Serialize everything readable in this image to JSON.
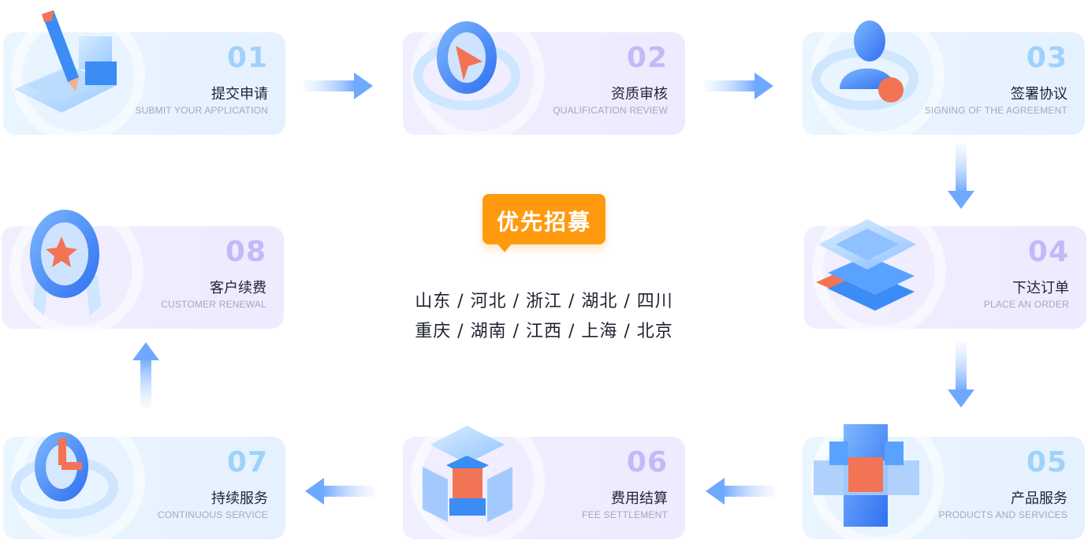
{
  "steps": [
    {
      "num": "01",
      "cn": "提交申请",
      "en": "SUBMIT YOUR APPLICATION",
      "icon": "pencil-blocks-icon",
      "theme": "blue"
    },
    {
      "num": "02",
      "cn": "资质审核",
      "en": "QUALIFICATION REVIEW",
      "icon": "cursor-ring-icon",
      "theme": "purple"
    },
    {
      "num": "03",
      "cn": "签署协议",
      "en": "SIGNING OF THE AGREEMENT",
      "icon": "user-ring-icon",
      "theme": "blue"
    },
    {
      "num": "04",
      "cn": "下达订单",
      "en": "PLACE AN ORDER",
      "icon": "stacked-layers-icon",
      "theme": "purple"
    },
    {
      "num": "05",
      "cn": "产品服务",
      "en": "PRODUCTS AND SERVICES",
      "icon": "cube-cross-icon",
      "theme": "blue"
    },
    {
      "num": "06",
      "cn": "费用结算",
      "en": "FEE SETTLEMENT",
      "icon": "glass-cube-icon",
      "theme": "purple"
    },
    {
      "num": "07",
      "cn": "持续服务",
      "en": "CONTINUOUS SERVICE",
      "icon": "clock-ring-icon",
      "theme": "blue"
    },
    {
      "num": "08",
      "cn": "客户续费",
      "en": "CUSTOMER RENEWAL",
      "icon": "medal-star-icon",
      "theme": "purple"
    }
  ],
  "center": {
    "badge": "优先招募",
    "regions_line1": "山东 / 河北 / 浙江 / 湖北 / 四川",
    "regions_line2": "重庆 / 湖南 / 江西 / 上海 / 北京"
  },
  "colors": {
    "accent_orange": "#ff9a0e",
    "step_blue": "#3b8cf5",
    "step_red": "#f27454",
    "number_blue": "#9fd2fb",
    "number_purple": "#c5b8f7"
  }
}
